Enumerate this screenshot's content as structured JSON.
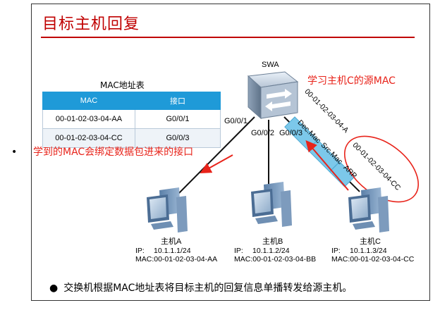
{
  "title": "目标主机回复",
  "bullet_side": "•",
  "mac_table": {
    "caption": "MAC地址表",
    "headers": [
      "MAC",
      "接口"
    ],
    "rows": [
      [
        "00-01-02-03-04-AA",
        "G0/0/1"
      ],
      [
        "00-01-02-03-04-CC",
        "G0/0/3"
      ]
    ]
  },
  "switch": {
    "label": "SWA",
    "icon": "switch-icon"
  },
  "ports": {
    "p1": "G0/0/1",
    "p2": "G0/0/2",
    "p3": "G0/0/3"
  },
  "notes": {
    "learn_source": "学习主机C的源MAC",
    "bind_port": "学到的MAC会绑定数据包进来的接口"
  },
  "frame": {
    "fields": [
      "Dec.Mac",
      "Src.Mac",
      "ARP"
    ],
    "dst_mac": "00-01-02-03-04-A",
    "src_mac": "00-01-02-03-04-CC"
  },
  "hosts": [
    {
      "name": "主机A",
      "ip_label": "IP:",
      "ip": "10.1.1.1/24",
      "mac_label": "MAC:",
      "mac": "00-01-02-03-04-AA"
    },
    {
      "name": "主机B",
      "ip_label": "IP:",
      "ip": "10.1.1.2/24",
      "mac_label": "MAC:",
      "mac": "00-01-02-03-04-BB"
    },
    {
      "name": "主机C",
      "ip_label": "IP:",
      "ip": "10.1.1.3/24",
      "mac_label": "MAC:",
      "mac": "00-01-02-03-04-CC"
    }
  ],
  "footer": {
    "bullet": "●",
    "text": "交换机根据MAC地址表将目标主机的回复信息单播转发给源主机。"
  },
  "colors": {
    "title": "#c00000",
    "table_header": "#1f9ad8",
    "frame": "#7cc8ea",
    "annotation": "#e8231a"
  }
}
